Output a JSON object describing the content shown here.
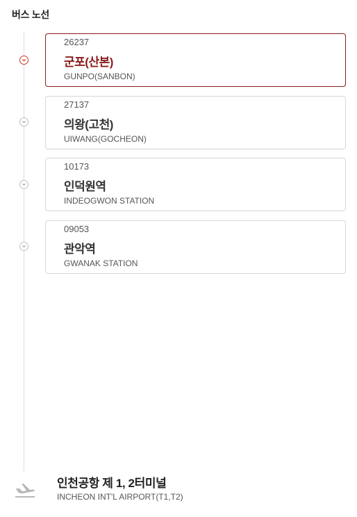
{
  "header": {
    "title": "버스 노선"
  },
  "stops": [
    {
      "code": "26237",
      "name": "군포(산본)",
      "name_en": "GUNPO(SANBON)"
    },
    {
      "code": "27137",
      "name": "의왕(고천)",
      "name_en": "UIWANG(GOCHEON)"
    },
    {
      "code": "10173",
      "name": "인덕원역",
      "name_en": "INDEOGWON STATION"
    },
    {
      "code": "09053",
      "name": "관악역",
      "name_en": "GWANAK STATION"
    }
  ],
  "destination": {
    "name": "인천공항 제 1, 2터미널",
    "name_en": "INCHEON INT'L AIRPORT(T1,T2)",
    "icon": "airplane-icon"
  },
  "colors": {
    "accent": "#8b1b1b",
    "dot_active": "#c0392b",
    "border": "#d6d6d6"
  }
}
